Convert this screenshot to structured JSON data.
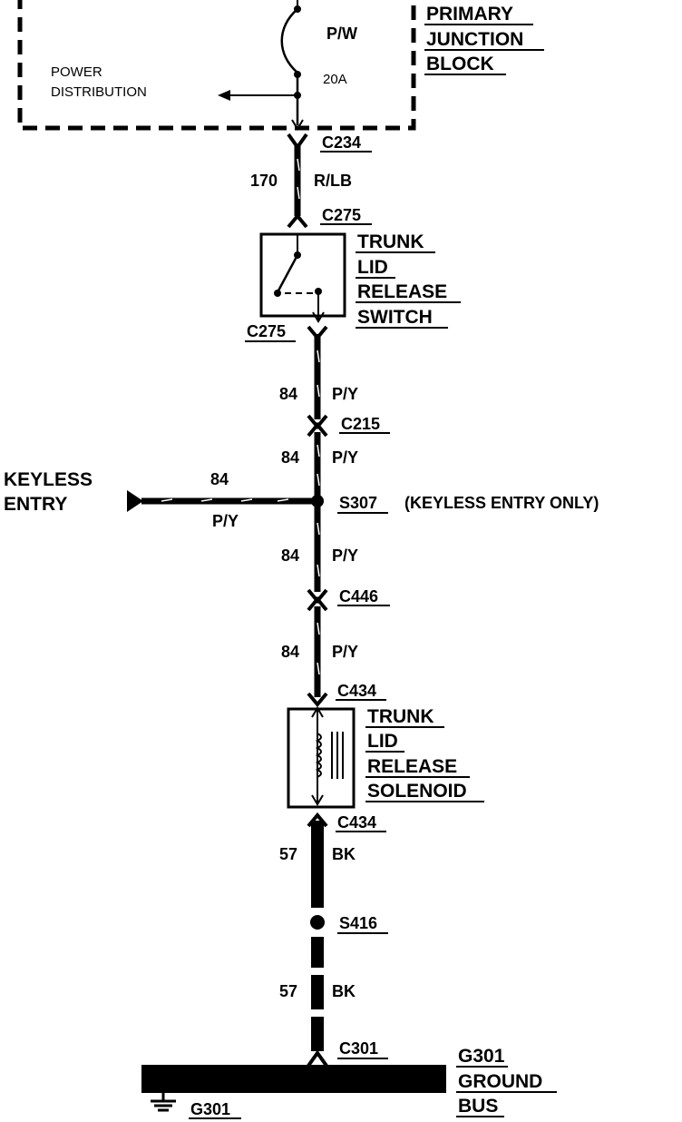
{
  "junction_block": {
    "title_lines": [
      "PRIMARY",
      "JUNCTION",
      "BLOCK"
    ],
    "power_distribution_lines": [
      "POWER",
      "DISTRIBUTION"
    ],
    "wire_color_top": "P/W",
    "fuse_rating": "20A"
  },
  "connectors": {
    "c234": "C234",
    "c275_top": "C275",
    "c275_bottom": "C275",
    "c215": "C215",
    "s307": "S307",
    "s307_note": "(KEYLESS ENTRY ONLY)",
    "c446": "C446",
    "c434_top": "C434",
    "c434_bottom": "C434",
    "s416": "S416",
    "c301": "C301"
  },
  "wires": {
    "w170": {
      "circuit": "170",
      "color": "R/LB"
    },
    "w84_a": {
      "circuit": "84",
      "color": "P/Y"
    },
    "w84_b": {
      "circuit": "84",
      "color": "P/Y"
    },
    "w84_keyless": {
      "circuit": "84",
      "color": "P/Y"
    },
    "w84_c": {
      "circuit": "84",
      "color": "P/Y"
    },
    "w84_d": {
      "circuit": "84",
      "color": "P/Y"
    },
    "w57_a": {
      "circuit": "57",
      "color": "BK"
    },
    "w57_b": {
      "circuit": "57",
      "color": "BK"
    }
  },
  "trunk_switch": {
    "lines": [
      "TRUNK",
      "LID",
      "RELEASE",
      "SWITCH"
    ]
  },
  "solenoid": {
    "lines": [
      "TRUNK",
      "LID",
      "RELEASE",
      "SOLENOID"
    ]
  },
  "keyless_entry": {
    "lines": [
      "KEYLESS",
      "ENTRY"
    ]
  },
  "ground_bus": {
    "lines": [
      "G301",
      "GROUND",
      "BUS"
    ],
    "ground_label": "G301"
  }
}
